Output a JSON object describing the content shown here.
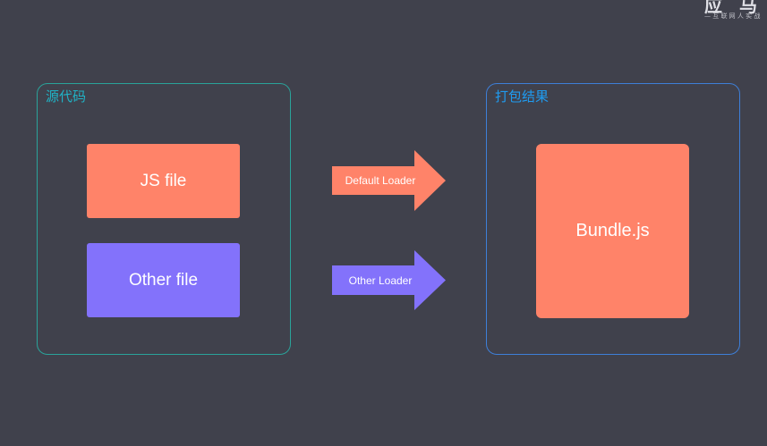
{
  "watermark": {
    "logo": "应 马 典",
    "subtitle": "— 互 联 网 人 实 战"
  },
  "groups": {
    "source": {
      "label": "源代码"
    },
    "bundle": {
      "label": "打包结果"
    }
  },
  "files": {
    "js": "JS file",
    "other": "Other file",
    "bundle": "Bundle.js"
  },
  "loaders": {
    "default": "Default Loader",
    "other": "Other Loader"
  },
  "colors": {
    "background": "#40414c",
    "orange": "#ff8369",
    "purple": "#8372fb",
    "teal_label": "#20b3c6",
    "blue_label": "#1f9bf0"
  }
}
